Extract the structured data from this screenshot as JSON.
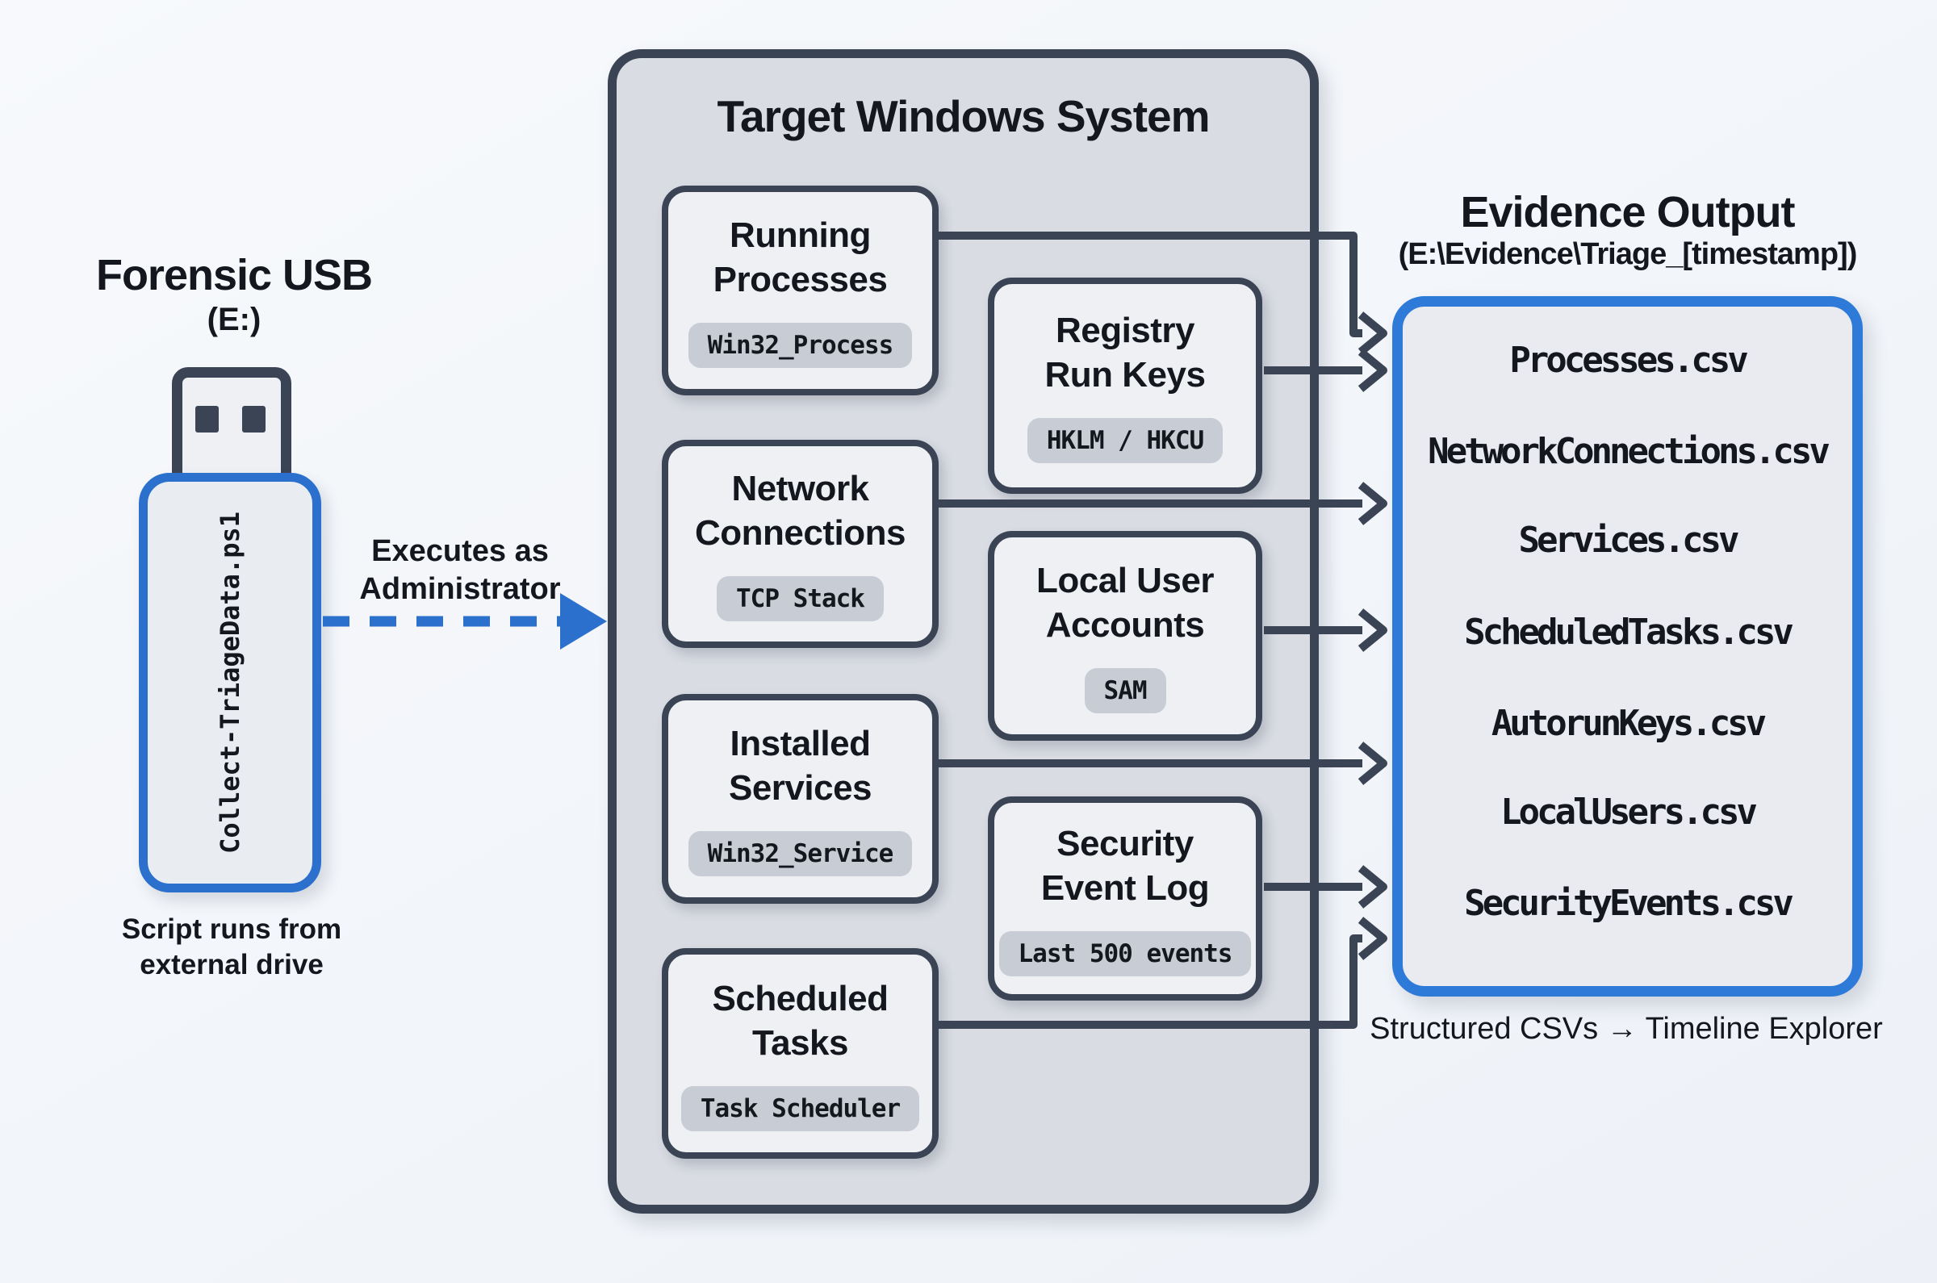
{
  "usb": {
    "title": "Forensic USB",
    "subtitle": "(E:)",
    "script_label": "Collect-TriageData.ps1",
    "caption": "Script runs from\nexternal drive"
  },
  "transfer": {
    "label": "Executes as\nAdministrator"
  },
  "windows_system": {
    "title": "Target Windows System",
    "boxes": [
      {
        "title": "Running\nProcesses",
        "badge": "Win32_Process"
      },
      {
        "title": "Registry\nRun Keys",
        "badge": "HKLM / HKCU"
      },
      {
        "title": "Network\nConnections",
        "badge": "TCP Stack"
      },
      {
        "title": "Local User\nAccounts",
        "badge": "SAM"
      },
      {
        "title": "Installed\nServices",
        "badge": "Win32_Service"
      },
      {
        "title": "Security\nEvent Log",
        "badge": "Last 500 events"
      },
      {
        "title": "Scheduled\nTasks",
        "badge": "Task Scheduler"
      }
    ]
  },
  "evidence": {
    "title": "Evidence Output",
    "subtitle": "(E:\\Evidence\\Triage_[timestamp])",
    "files": [
      "Processes.csv",
      "NetworkConnections.csv",
      "Services.csv",
      "ScheduledTasks.csv",
      "AutorunKeys.csv",
      "LocalUsers.csv",
      "SecurityEvents.csv"
    ],
    "caption": "Structured CSVs → Timeline Explorer"
  },
  "icons": {
    "usb_drive": "usb-drive-icon",
    "execute_arrow": "dashed-arrow-right-icon",
    "connector_arrow": "arrow-right-icon"
  },
  "colors": {
    "ink": "#14171e",
    "border_dark": "#3b4454",
    "windows_fill": "#d9dce3",
    "inner_fill": "#eef0f4",
    "badge_fill": "#c8ccd5",
    "panel_fill": "#e9ebf0",
    "blue_usb": "#2b70cc",
    "blue_panel": "#2e7ad9"
  }
}
